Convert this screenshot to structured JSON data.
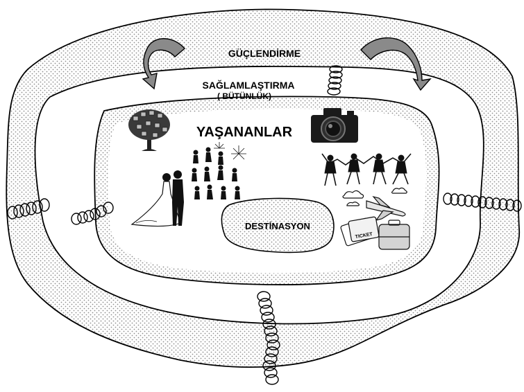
{
  "diagram": {
    "labels": {
      "outer": "GÜÇLENDİRME",
      "middle_line1": "SAĞLAMLAŞTIRMA",
      "middle_line2": "( BÜTÜNLÜK)",
      "inner": "YAŞANANLAR",
      "core": "DESTİNASYON"
    },
    "icons": {
      "arrow_left": "curved-arrow-icon",
      "arrow_right": "curved-arrow-icon",
      "tree": "photo-tree-icon",
      "camera": "camera-icon",
      "wedding": "wedding-couple-icon",
      "party": "party-crowd-icon",
      "dancers": "dancing-people-icon",
      "travel": "travel-luggage-icon"
    },
    "colors": {
      "outline": "#000000",
      "dots": "#9a9a9a",
      "arrow_fill": "#8a8a8a"
    }
  }
}
